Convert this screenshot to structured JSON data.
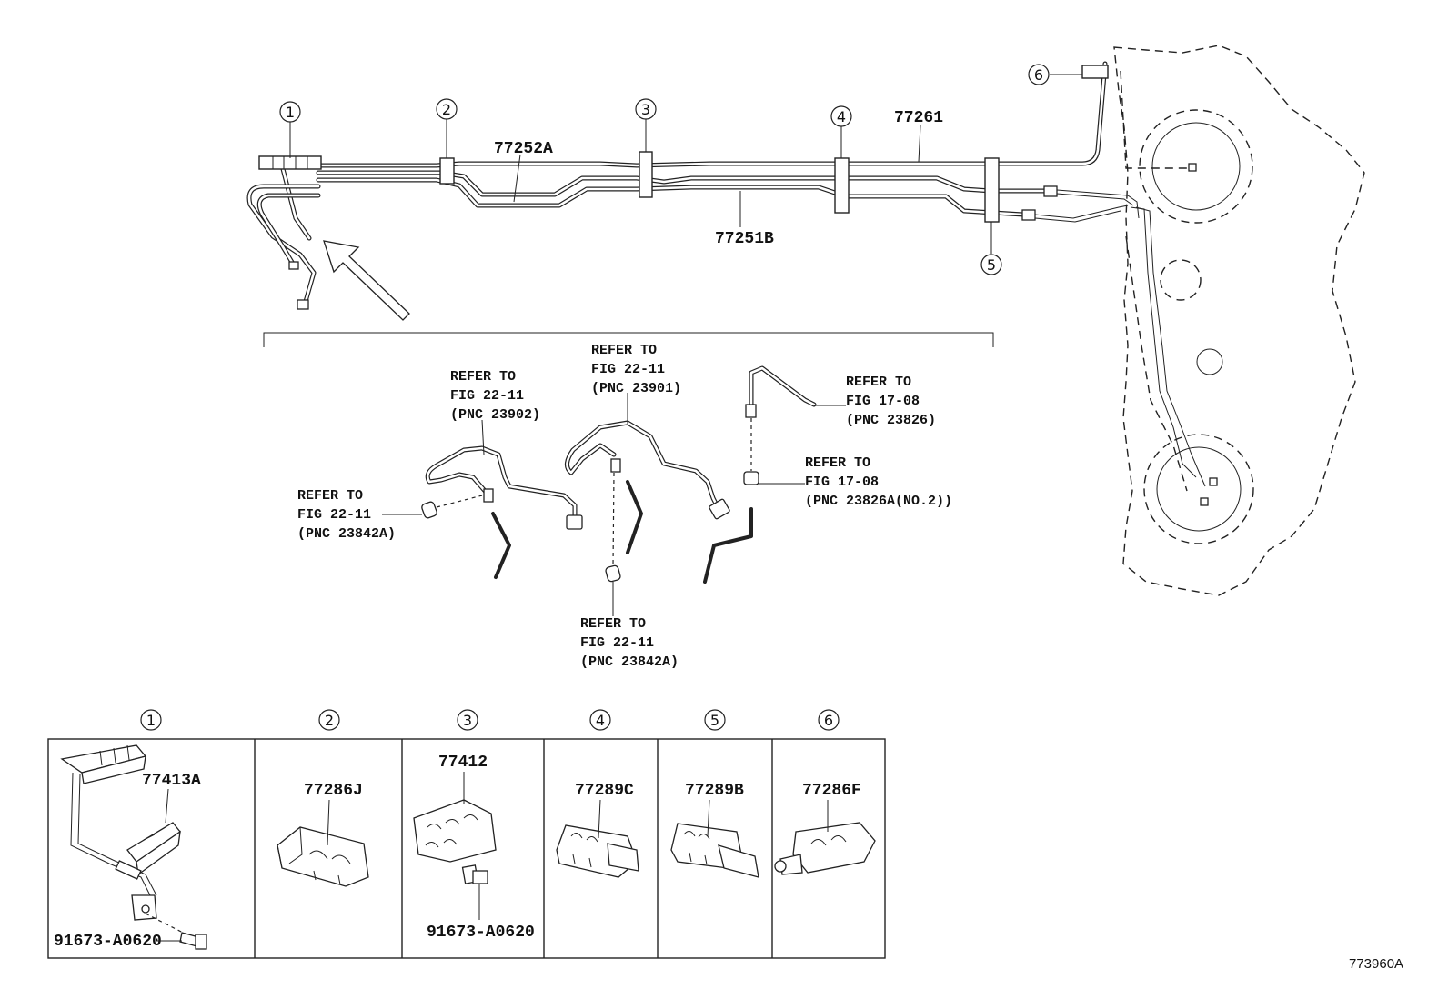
{
  "callouts": {
    "c1": "1",
    "c2": "2",
    "c3": "3",
    "c4": "4",
    "c5": "5",
    "c6": "6"
  },
  "main_parts": {
    "p77261": "77261",
    "p77252A": "77252A",
    "p77251B": "77251B"
  },
  "refs": {
    "r23902": [
      "REFER TO",
      "FIG 22-11",
      "(PNC 23902)"
    ],
    "r23901": [
      "REFER TO",
      "FIG 22-11",
      "(PNC 23901)"
    ],
    "r23826": [
      "REFER TO",
      "FIG 17-08",
      "(PNC 23826)"
    ],
    "r23826A": [
      "REFER TO",
      "FIG 17-08",
      "(PNC 23826A(NO.2))"
    ],
    "r23842A_left": [
      "REFER TO",
      "FIG 22-11",
      "(PNC 23842A)"
    ],
    "r23842A_bottom": [
      "REFER TO",
      "FIG 22-11",
      "(PNC 23842A)"
    ]
  },
  "table": {
    "headers": [
      "1",
      "2",
      "3",
      "4",
      "5",
      "6"
    ],
    "cells": [
      {
        "part": "77413A",
        "bolt": "91673-A0620"
      },
      {
        "part": "77286J"
      },
      {
        "part": "77412",
        "bolt": "91673-A0620"
      },
      {
        "part": "77289C"
      },
      {
        "part": "77289B"
      },
      {
        "part": "77286F"
      }
    ]
  },
  "figure_code": "773960A"
}
